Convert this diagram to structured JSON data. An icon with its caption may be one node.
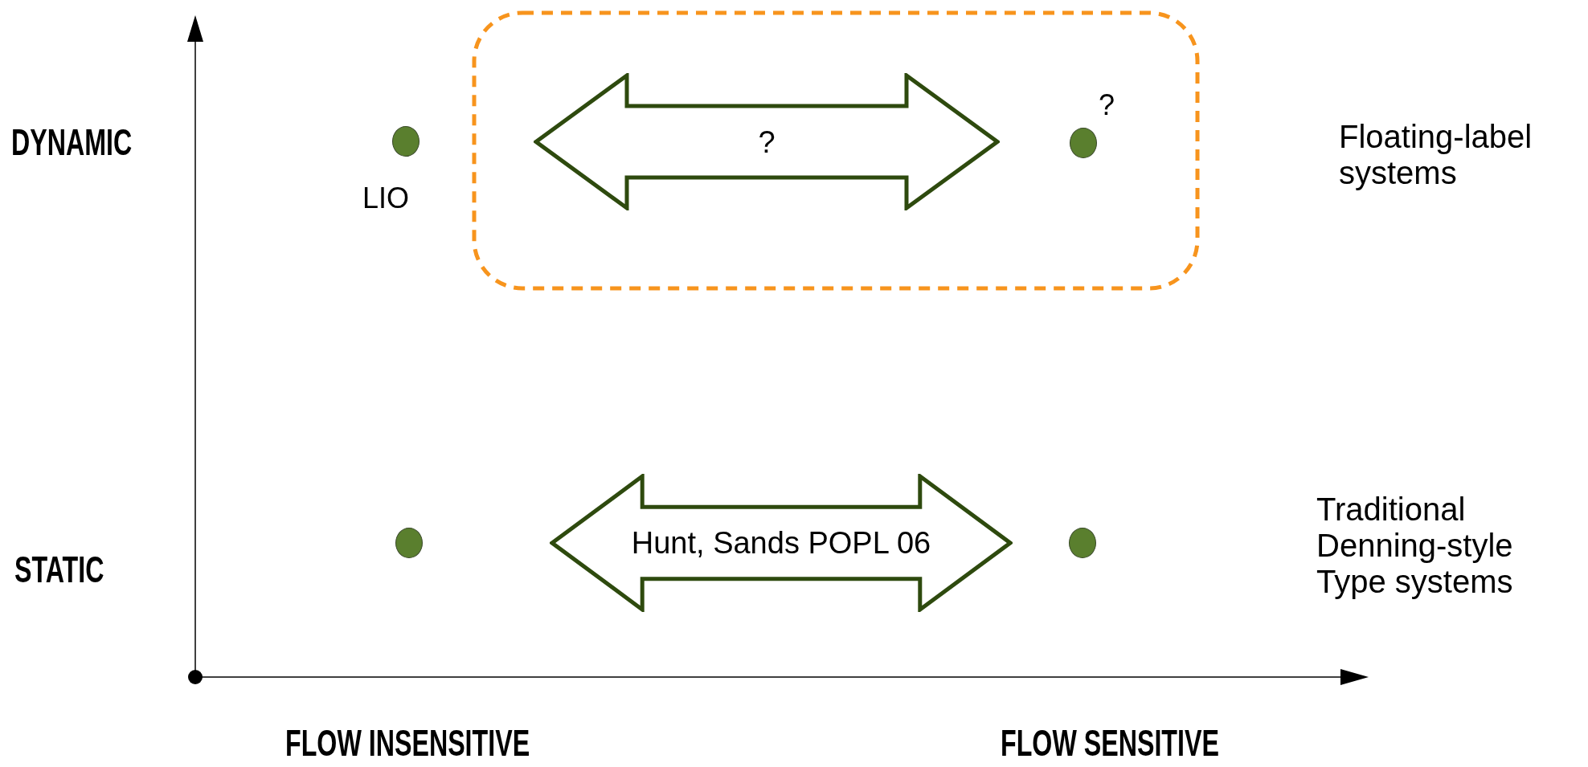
{
  "diagram": {
    "nodes": [
      {
        "text": [],
        "shape": "box"
      },
      {
        "text": [],
        "shape": "circle",
        "beside": [
          "LIO"
        ]
      },
      {
        "text": [
          "?"
        ],
        "in": 0
      },
      {
        "text": [],
        "shape": "circle",
        "in": 0,
        "beside": [
          "?"
        ]
      },
      {
        "text": [],
        "shape": "circle"
      },
      {
        "text": [
          "Hunt, Sands POPL 06"
        ]
      },
      {
        "text": [],
        "shape": "circle"
      }
    ],
    "labels": [
      "DYNAMIC",
      "Floating-label systems",
      "STATIC",
      "Traditional Denning-style Type systems",
      "FLOW INSENSITIVE",
      "FLOW SENSITIVE"
    ]
  }
}
